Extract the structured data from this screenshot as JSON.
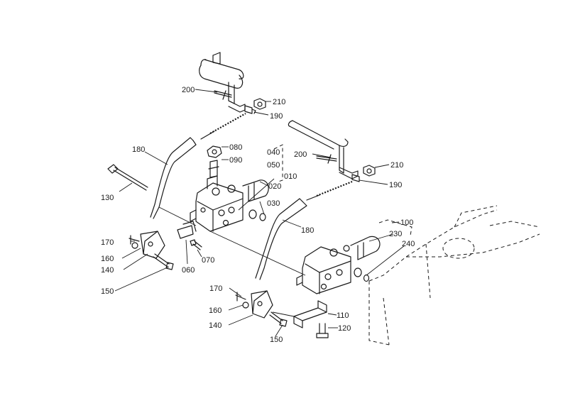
{
  "callouts": {
    "c010": "010",
    "c020": "020",
    "c030": "030",
    "c040": "040",
    "c050": "050",
    "c060": "060",
    "c070": "070",
    "c080": "080",
    "c090": "090",
    "c100": "100",
    "c110": "110",
    "c120": "120",
    "c130": "130",
    "c140a": "140",
    "c140b": "140",
    "c150a": "150",
    "c150b": "150",
    "c160a": "160",
    "c160b": "160",
    "c170a": "170",
    "c170b": "170",
    "c180a": "180",
    "c180b": "180",
    "c190a": "190",
    "c190b": "190",
    "c200a": "200",
    "c200b": "200",
    "c210a": "210",
    "c210b": "210",
    "c230": "230",
    "c240": "240"
  }
}
